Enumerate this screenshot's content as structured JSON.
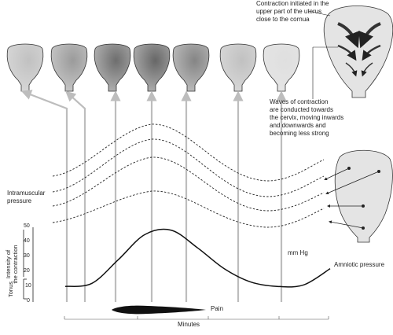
{
  "notes": {
    "contraction_start": "Contraction initiated in the\nupper part of the uterus\nclose to the cornua",
    "waves": "Waves of contraction\nare conducted towards\nthe cervix, moving inwards\nand downwards and\nbecoming less strong"
  },
  "labels": {
    "intramuscular": "Intramuscular\npressure",
    "intensity": "Intensity of\nthe contraction",
    "tonus": "Tonus",
    "mmhg": "mm Hg",
    "amniotic": "Amniotic pressure",
    "pain": "Pain",
    "minutes": "Minutes"
  },
  "y_axis": {
    "ticks": [
      "50",
      "40",
      "30",
      "20",
      "10",
      "0"
    ]
  },
  "chart_data": {
    "type": "line",
    "ylim": [
      0,
      50
    ],
    "x": [
      0,
      1,
      2,
      3,
      4,
      5,
      6,
      7,
      8,
      9,
      10
    ],
    "series": [
      {
        "values": [
          10,
          12,
          28,
          45,
          48,
          36,
          22,
          13,
          10,
          11,
          22
        ]
      }
    ]
  },
  "colors": {
    "uterus_fill_light": "#e4e4e4",
    "uterus_fill_dark": "#6e6e6e",
    "arrow_gray": "#bdbdbd",
    "line": "#111111"
  },
  "uteri_shading": [
    0.25,
    0.5,
    0.8,
    0.85,
    0.65,
    0.25,
    0.05
  ]
}
